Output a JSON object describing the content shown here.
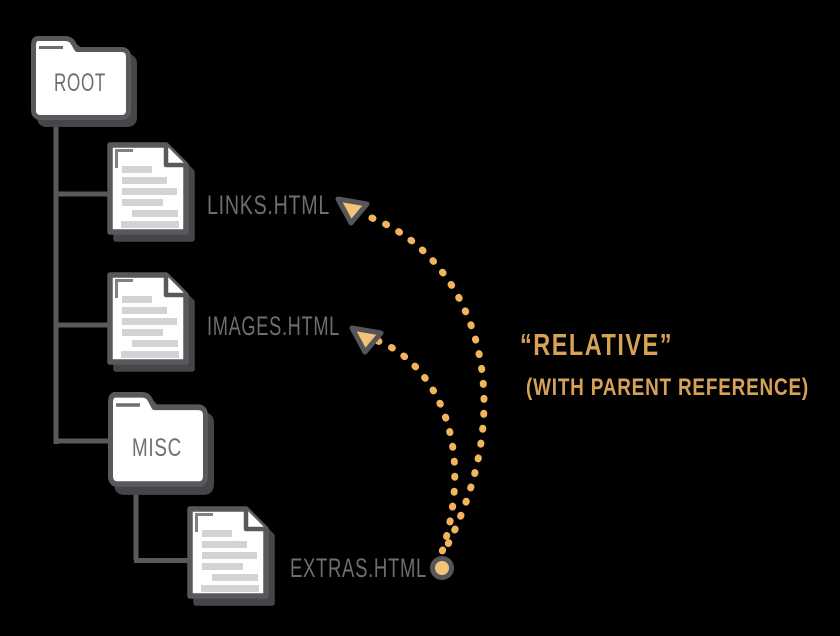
{
  "diagram": {
    "description": "File tree diagram illustrating relative paths with parent reference",
    "tree": {
      "root_folder_label": "ROOT",
      "level1": [
        {
          "type": "file",
          "label": "LINKS.HTML"
        },
        {
          "type": "file",
          "label": "IMAGES.HTML"
        },
        {
          "type": "folder",
          "label": "MISC"
        }
      ],
      "misc_children": [
        {
          "type": "file",
          "label": "EXTRAS.HTML"
        }
      ]
    },
    "annotation": {
      "title": "“RELATIVE”",
      "subtitle": "(WITH PARENT REFERENCE)"
    },
    "icons": [
      "folder-icon",
      "document-icon",
      "arrowhead-icon",
      "path-origin-dot-icon"
    ],
    "colors": {
      "background": "#000000",
      "outline_gray": "#58595B",
      "label_gray": "#6D6E71",
      "doc_line_gray": "#D1D3D4",
      "shadow_gray": "#45464A",
      "dotted_curve_orange": "#F2B45C",
      "arrow_fill_tan": "#F4C37A",
      "annotation_orange": "#D7A254",
      "icon_fill_white": "#FFFFFF"
    }
  }
}
